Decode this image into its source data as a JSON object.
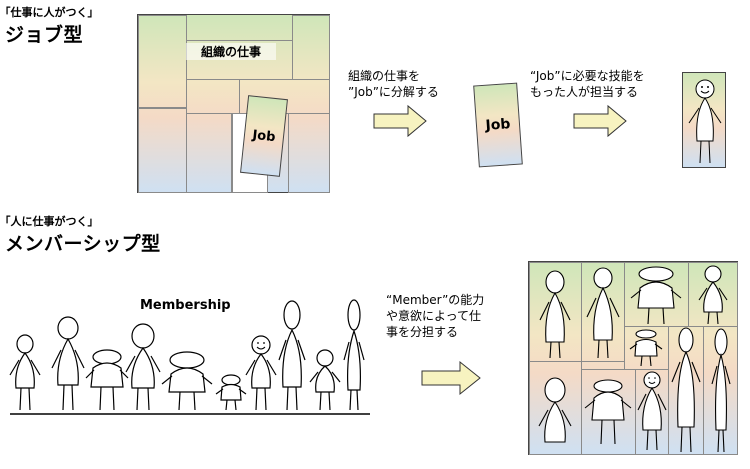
{
  "job_section": {
    "subtitle": "｢仕事に人がつく｣",
    "title": "ジョブ型",
    "box_label": "組織の仕事",
    "card_label": "Job",
    "step1_line1": "組織の仕事を",
    "step1_line2": "”Job”に分解する",
    "job_card_label": "Job",
    "step2_line1": "“Job”に必要な技能を",
    "step2_line2": "もった人が担当する"
  },
  "member_section": {
    "subtitle": "｢人に仕事がつく｣",
    "title": "メンバーシップ型",
    "group_label": "Membership",
    "caption_line1": "“Member”の能力",
    "caption_line2": "や意欲によって仕",
    "caption_line3": "事を分担する"
  },
  "colors": {
    "arrow_fill": "#f7f3c0",
    "arrow_stroke": "#333333",
    "gradient_top": "#cfe6b9",
    "gradient_mid": "#f4dac6",
    "gradient_bottom": "#cfe0f2"
  },
  "icons": [
    "right-arrow-icon",
    "stick-figure-icon",
    "smiley-face-icon"
  ]
}
